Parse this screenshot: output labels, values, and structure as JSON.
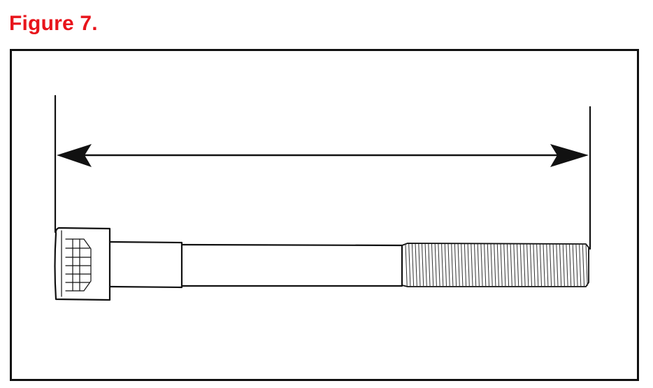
{
  "figure": {
    "title": "Figure 7."
  },
  "colors": {
    "title_red": "#e8141b",
    "line_black": "#111111"
  },
  "diagram": {
    "subject": "bolt-length-measurement",
    "measurement": "overall-length",
    "thread_count": 55
  }
}
